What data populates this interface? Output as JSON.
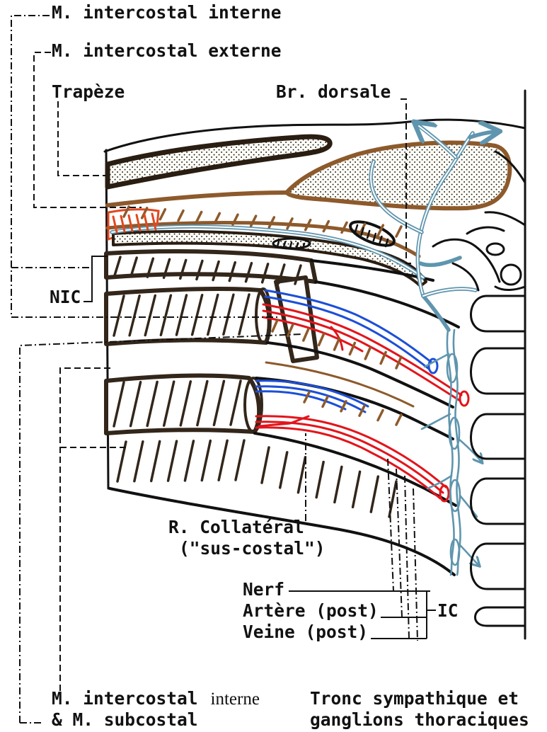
{
  "labels": {
    "top_interne": "M. intercostal interne",
    "externe": "M. intercostal externe",
    "trapeze": "Trapèze",
    "br_dorsale": "Br. dorsale",
    "nic": "NIC",
    "r_collateral": "R. Collatéral",
    "sus_costal": "(\"sus-costal\")",
    "nerf": "Nerf",
    "artere": "Artère (post)",
    "veine": "Veine (post)",
    "ic": "IC",
    "bottom_interne_a": "M. intercostal",
    "bottom_interne_b": "interne",
    "subcostal": "& M. subcostal",
    "tronc": "Tronc sympathique et",
    "ganglions": "ganglions thoraciques"
  },
  "colors": {
    "ink": "#111111",
    "rib": "#33261a",
    "muscle": "#8d5a2c",
    "artery": "#e3141b",
    "vein": "#1c4fd8",
    "nerve": "#5f95ae",
    "red_muscle": "#e2471f"
  }
}
